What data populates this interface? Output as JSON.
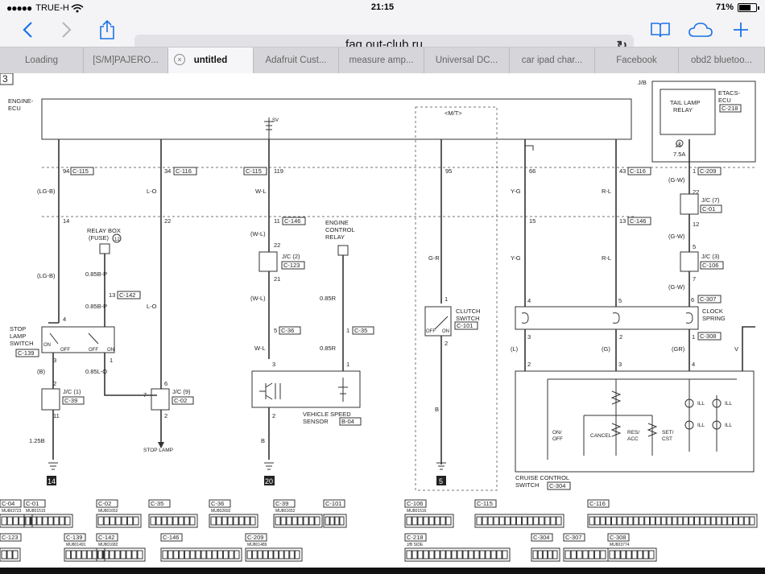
{
  "status": {
    "carrier": "TRUE-H",
    "time": "21:15",
    "battery": "71%",
    "battery_level": 0.71
  },
  "toolbar": {
    "back_icon": "chevron-left-icon",
    "forward_icon": "chevron-right-icon",
    "share_icon": "share-icon",
    "bookmarks_icon": "book-icon",
    "cloud_icon": "cloud-icon",
    "new_tab_icon": "plus-icon"
  },
  "address": {
    "url": "faq.out-club.ru",
    "reload_glyph": "↻"
  },
  "tabs": [
    {
      "label": "Loading"
    },
    {
      "label": "[S/M]PAJERO..."
    },
    {
      "label": "untitled",
      "close": "×"
    },
    {
      "label": "Adafruit Cust..."
    },
    {
      "label": "measure amp..."
    },
    {
      "label": "Universal DC..."
    },
    {
      "label": "car ipad char..."
    },
    {
      "label": "Facebook"
    },
    {
      "label": "obd2 bluetoo..."
    }
  ],
  "diagram": {
    "page_index": "3",
    "engine_ecu": "ENGINE-\nECU",
    "jb": "J/B",
    "etacs": "ETACS-\nECU",
    "tail_lamp": "TAIL LAMP\nRELAY",
    "c218": "C-218",
    "mt": "<M/T>",
    "pins": {
      "p94": "94",
      "c115a": "C-115",
      "p34": "34",
      "c116a": "C-116",
      "c115b": "C-115",
      "p119": "119",
      "p95": "95",
      "p66": "66",
      "p43": "43",
      "c116b": "C-116",
      "p1": "1",
      "c209": "C-209",
      "p14": "14",
      "p22": "22",
      "p11": "11",
      "c146a": "C-146",
      "p15": "15",
      "p13": "13",
      "c146b": "C-146",
      "p7top": "7",
      "p15b": "15",
      "p75a": "7.5A",
      "p22jc": "22",
      "p21jc": "21",
      "jc2": "J/C (2)",
      "c123": "C-123",
      "jc7": "J/C (7)",
      "c01": "C-01",
      "p12": "12",
      "p5a": "5",
      "jc3": "J/C (3)",
      "c106": "C-106",
      "p7b": "7",
      "p13b": "13",
      "c142": "C-142",
      "p4": "4",
      "p1s": "1",
      "p6": "6",
      "c307": "C-307",
      "p5b": "5",
      "c36": "C-36",
      "p1b": "1",
      "c35": "C-35",
      "p1c": "1",
      "p3": "3",
      "p3b": "3",
      "p2": "2",
      "p2b": "2",
      "p3c": "3",
      "p1d": "1",
      "c308": "C-308",
      "p2c": "2",
      "p3d": "3",
      "p4b": "4",
      "p3e": "3",
      "p1e": "1",
      "p2d": "2",
      "p7c": "7",
      "p6b": "6",
      "p11b": "11",
      "p2e": "2",
      "p2f": "2"
    },
    "wires": {
      "lgb1": "(LG-B)",
      "lo1": "L-O",
      "wl1": "W-L",
      "gr": "G-R",
      "yg1": "Y-G",
      "rl1": "R-L",
      "gw1": "(G-W)",
      "lgb2": "(LG-B)",
      "b085bp": "0.85B-P",
      "b085bp2": "0.85B-P",
      "lo2": "L-O",
      "wl2": "(W-L)",
      "wl3": "(W-L)",
      "r085": "0.85R",
      "yg2": "Y-G",
      "rl2": "R-L",
      "gw2": "(G-W)",
      "gw3": "(G-W)",
      "b": "(B)",
      "lo085": "0.85L-O",
      "wl4": "W-L",
      "r0852": "0.85R",
      "l": "(L)",
      "g": "(G)",
      "gr2": "(GR)",
      "b125": "1.25B",
      "b2": "B",
      "b3": "B",
      "v": "V"
    },
    "components": {
      "relay_box": "RELAY BOX\n(FUSE)",
      "fuse_no": "12",
      "ecr": "ENGINE\nCONTROL\nRELAY",
      "stop_lamp_sw": "STOP\nLAMP\nSWITCH",
      "c139": "C-139",
      "on": "ON",
      "off": "OFF",
      "on2": "ON",
      "off2": "OFF",
      "jc1": "J/C (1)",
      "c39": "C-39",
      "jc9": "J/C (9)",
      "c02": "C-02",
      "stop_lamp": "STOP LAMP",
      "clutch_sw": "CLUTCH\nSWITCH",
      "c101": "C-101",
      "off3": "OFF",
      "on3": "ON",
      "vss": "VEHICLE SPEED\nSENSOR",
      "b04": "B-04",
      "clock_spring": "CLOCK\nSPRING",
      "ccs": "CRUISE CONTROL\nSWITCH",
      "c304": "C-304",
      "onoff": "ON/\nOFF",
      "cancel": "CANCEL",
      "resacc": "RES/\nACC",
      "setcst": "SET/\nCST",
      "ill": "ILL",
      "gnd14": "14",
      "gnd20": "20",
      "gnd5": "5",
      "sv": "SV"
    },
    "connectors": [
      {
        "code": "C-04",
        "sub": "MU803723"
      },
      {
        "code": "C-01",
        "sub": "MU801515"
      },
      {
        "code": "C-02",
        "sub": "MU801652"
      },
      {
        "code": "C-35"
      },
      {
        "code": "C-36",
        "sub": "MU802692"
      },
      {
        "code": "C-39",
        "sub": "MU801652"
      },
      {
        "code": "C-101"
      },
      {
        "code": "C-106",
        "sub": "MU801516"
      },
      {
        "code": "C-115"
      },
      {
        "code": "C-116"
      },
      {
        "code": "C-123"
      },
      {
        "code": "C-139",
        "sub": "MU801491"
      },
      {
        "code": "C-142",
        "sub": "MU801682"
      },
      {
        "code": "C-146"
      },
      {
        "code": "C-209",
        "sub": "MU801489"
      },
      {
        "code": "C-218",
        "sub": "J/B SIDE"
      },
      {
        "code": "C-304"
      },
      {
        "code": "C-307"
      },
      {
        "code": "C-308",
        "sub": "MU803774"
      }
    ]
  }
}
